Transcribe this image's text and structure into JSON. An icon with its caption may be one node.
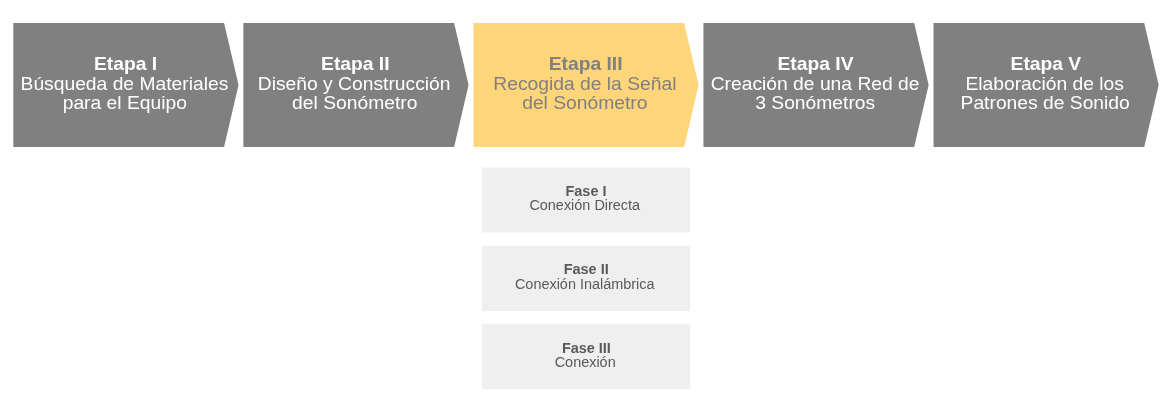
{
  "diagram": {
    "nodes": [
      {
        "text": [
          "Etapa I",
          "Búsqueda de Materiales para el Equipo"
        ]
      },
      {
        "text": [
          "Etapa II",
          "Diseño y Construcción del Sonómetro"
        ]
      },
      {
        "text": [
          "Etapa III",
          "Recogida de la Señal del Sonómetro"
        ]
      },
      {
        "text": [
          "Etapa IV",
          "Creación de una Red de 3 Sonómetros"
        ]
      },
      {
        "text": [
          "Etapa V",
          "Elaboración de los Patrones de Sonido"
        ]
      },
      {
        "text": [
          "Fase I",
          "Conexión Directa"
        ]
      },
      {
        "text": [
          "Fase II",
          "Conexión Inalámbrica"
        ]
      },
      {
        "text": [
          "Fase III",
          "Conexión"
        ]
      }
    ],
    "edges": []
  }
}
